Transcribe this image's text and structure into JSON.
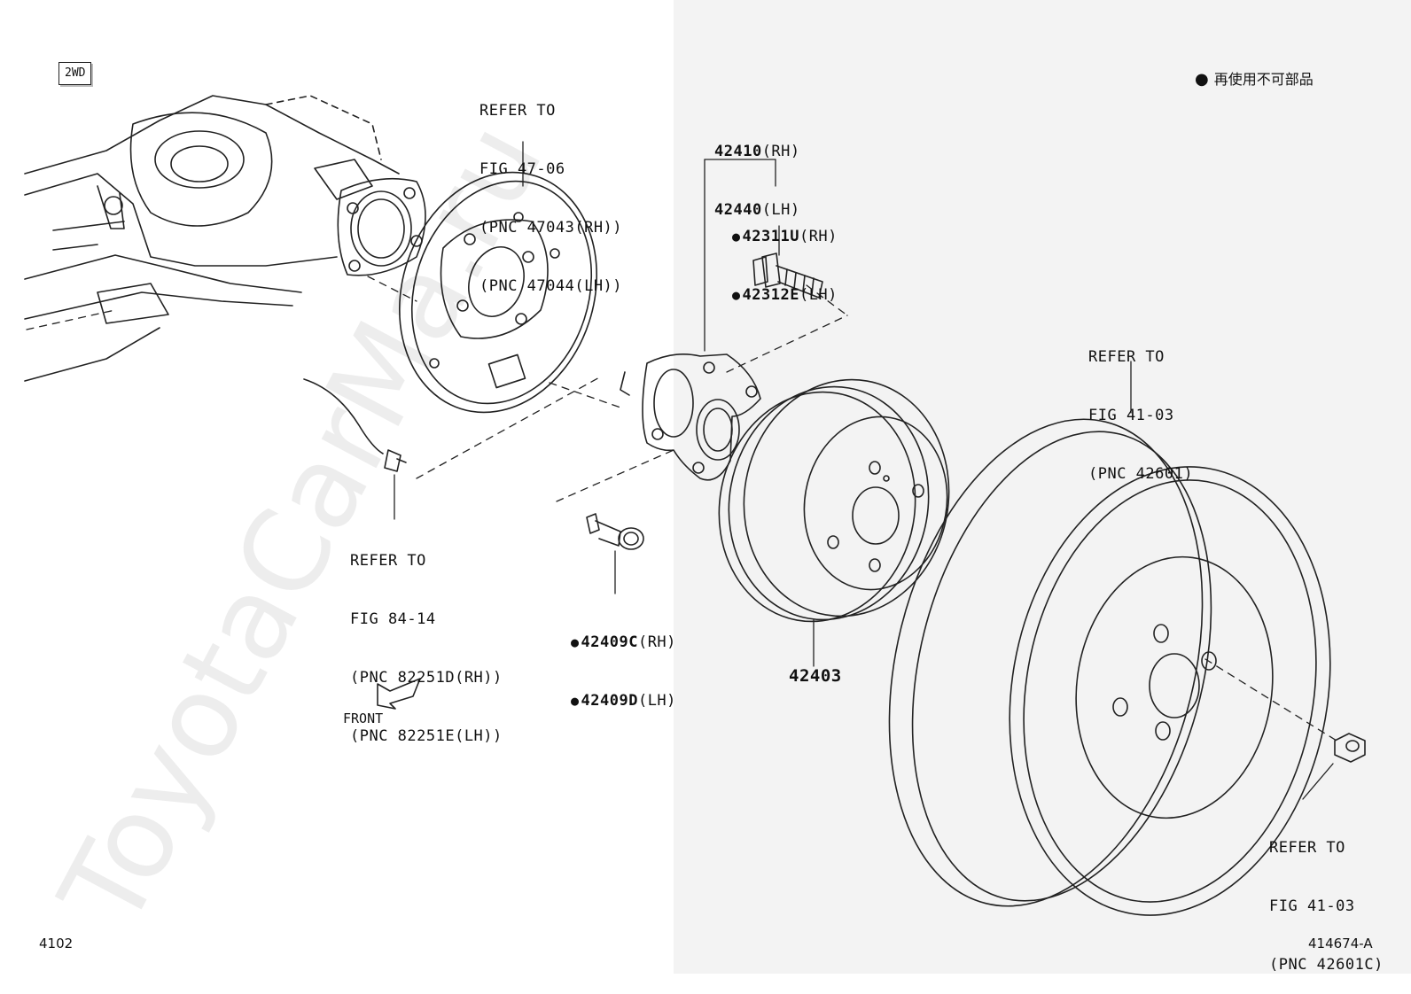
{
  "badge": "2WD",
  "legend": {
    "text": "再使用不可部品"
  },
  "watermark": "ToyotaCarMa.ru",
  "callouts": {
    "backplate": [
      "REFER TO",
      "FIG 47-06",
      "(PNC 47043(RH))",
      "(PNC 47044(LH))"
    ],
    "sensor": [
      "REFER TO",
      "FIG 84-14",
      "(PNC 82251D(RH))",
      "(PNC 82251E(LH))"
    ],
    "wheel": [
      "REFER TO",
      "FIG 41-03",
      "(PNC 42601)"
    ],
    "nut": [
      "REFER TO",
      "FIG 41-03",
      "(PNC 42601C)"
    ]
  },
  "parts": {
    "hub_rh": {
      "pn": "42410",
      "side": "(RH)"
    },
    "hub_lh": {
      "pn": "42440",
      "side": "(LH)"
    },
    "stud_rh": {
      "pn": "42311U",
      "side": "(RH)"
    },
    "stud_lh": {
      "pn": "42312E",
      "side": "(LH)"
    },
    "bolt_rh": {
      "pn": "42409C",
      "side": "(RH)"
    },
    "bolt_lh": {
      "pn": "42409D",
      "side": "(LH)"
    },
    "drum": {
      "pn": "42403"
    }
  },
  "front_label": "FRONT",
  "footer": {
    "left": "4102",
    "right": "414674-A"
  }
}
